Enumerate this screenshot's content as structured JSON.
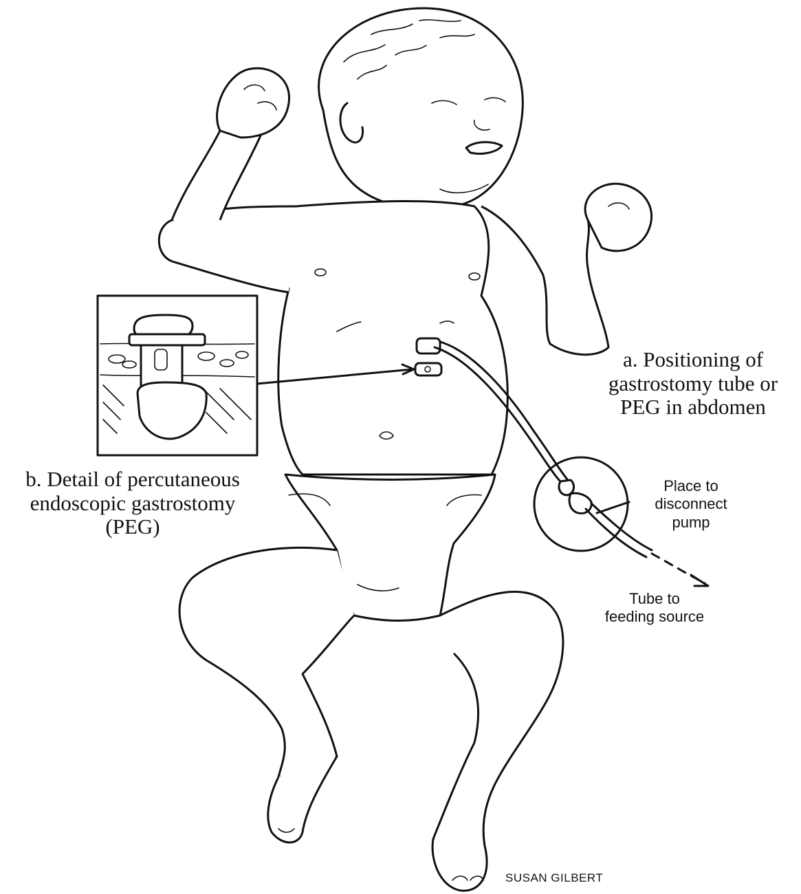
{
  "labels": {
    "a": [
      "a. Positioning of",
      "gastrostomy tube or",
      "PEG in abdomen"
    ],
    "b": [
      "b. Detail of percutaneous",
      "endoscopic gastrostomy",
      "(PEG)"
    ],
    "disconnect": [
      "Place to",
      "disconnect",
      "pump"
    ],
    "feeding": [
      "Tube to",
      "feeding source"
    ],
    "credit": "SUSAN GILBERT"
  }
}
